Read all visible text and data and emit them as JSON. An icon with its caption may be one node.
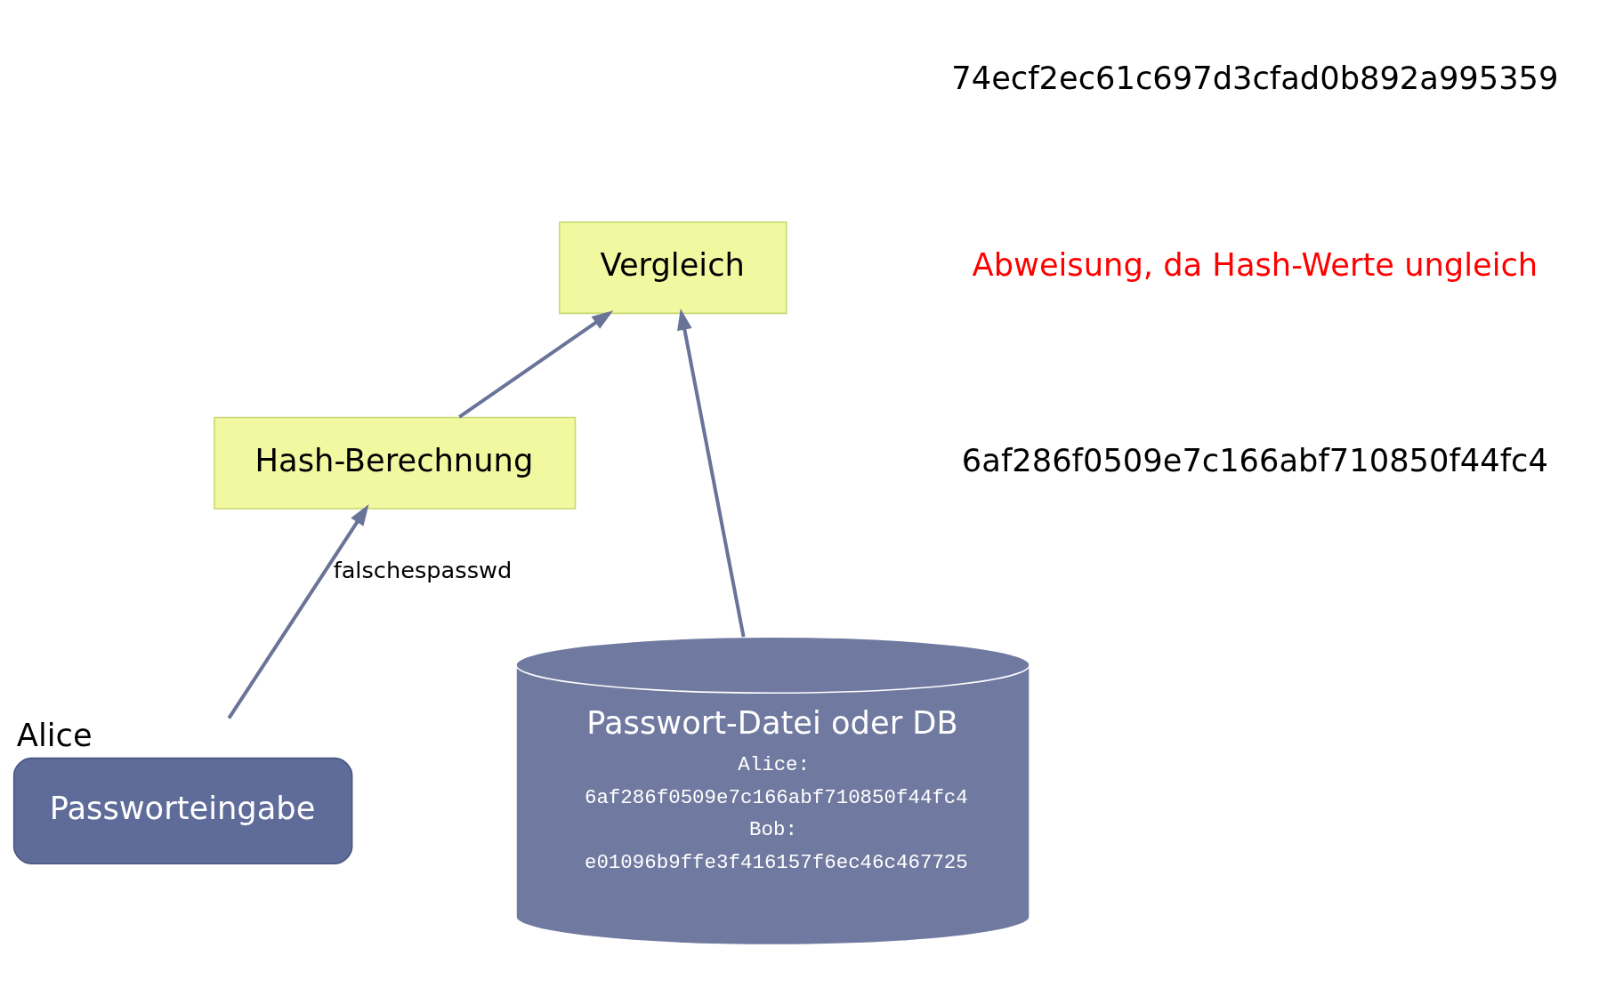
{
  "diagram": {
    "nodes": [
      {
        "text": [
          "Hash-Berechnung"
        ]
      },
      {
        "text": [
          "Vergleich"
        ]
      },
      {
        "text": [
          "Passworteingabe"
        ],
        "beside": [
          "Alice"
        ]
      },
      {
        "text": [
          "Passwort-Datei oder DB",
          "Alice: 6af286f0509e7c166abf710850f44fc4",
          "Bob: e01096b9ffe3f416157f6ec46c467725"
        ]
      }
    ],
    "edges": [
      {
        "from": 2,
        "to": 0,
        "arrow": "to",
        "label": "falschespasswd"
      },
      {
        "from": 0,
        "to": 1,
        "arrow": "to"
      },
      {
        "from": 3,
        "to": 1,
        "arrow": "to"
      }
    ],
    "labels": [
      "74ecf2ec61c697d3cfad0b892a995359",
      "Abweisung, da Hash-Werte ungleich",
      "6af286f0509e7c166abf710850f44fc4"
    ]
  }
}
